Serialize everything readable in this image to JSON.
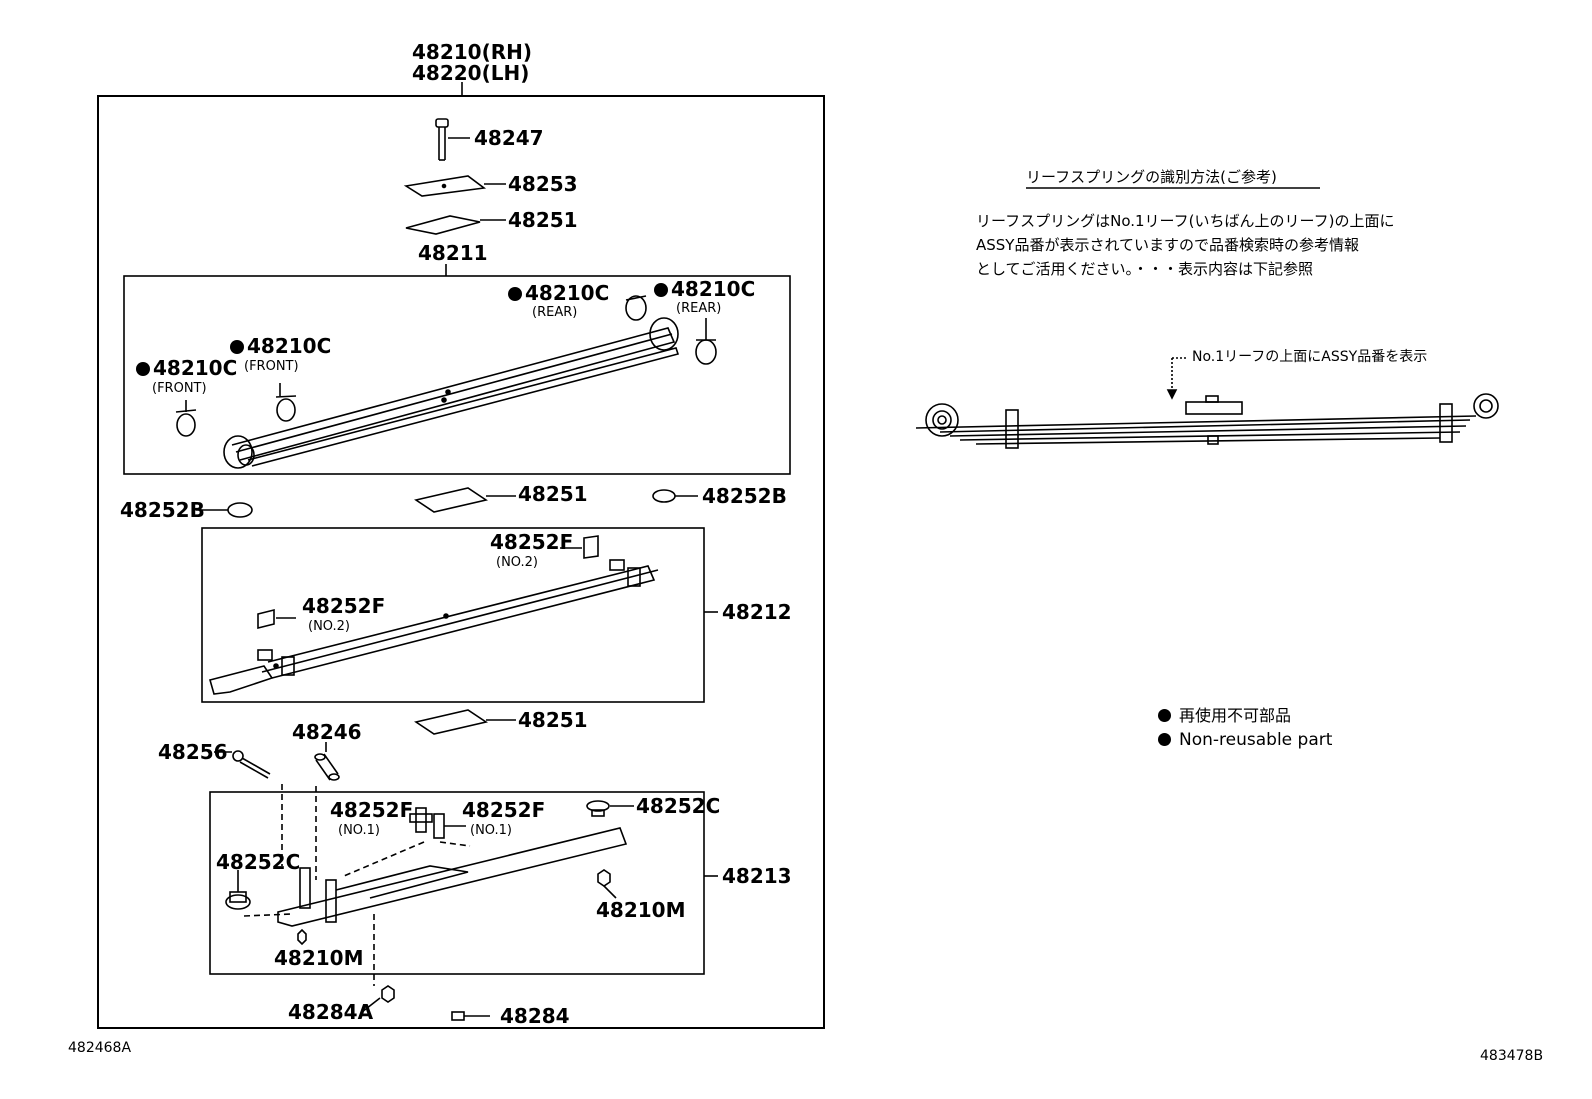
{
  "assembly": {
    "rh": "48210(RH)",
    "lh": "48220(LH)"
  },
  "parts": {
    "p48247": "48247",
    "p48253": "48253",
    "p48251_top": "48251",
    "p48211": "48211",
    "bushing_rear_1": "48210C",
    "bushing_rear_1_note": "(REAR)",
    "bushing_rear_2": "48210C",
    "bushing_rear_2_note": "(REAR)",
    "bushing_front_1": "48210C",
    "bushing_front_1_note": "(FRONT)",
    "bushing_front_2": "48210C",
    "bushing_front_2_note": "(FRONT)",
    "p48251_mid": "48251",
    "p48252B_right": "48252B",
    "p48252B_left": "48252B",
    "clip_no2_right": "48252F",
    "clip_no2_right_note": "(NO.2)",
    "clip_no2_left": "48252F",
    "clip_no2_left_note": "(NO.2)",
    "p48212": "48212",
    "p48251_low": "48251",
    "p48256": "48256",
    "p48246": "48246",
    "clip_no1_left": "48252F",
    "clip_no1_left_note": "(NO.1)",
    "clip_no1_right": "48252F",
    "clip_no1_right_note": "(NO.1)",
    "p48252C_right": "48252C",
    "p48252C_left": "48252C",
    "p48213": "48213",
    "p48210M_right": "48210M",
    "p48210M_left": "48210M",
    "p48284A": "48284A",
    "p48284": "48284"
  },
  "refs": {
    "left": "482468A",
    "right": "483478B"
  },
  "info": {
    "heading": "リーフスプリングの識別方法(ご参考)",
    "line1": "リーフスプリングはNo.1リーフ(いちばん上のリーフ)の上面に",
    "line2": "ASSY品番が表示されていますので品番検索時の参考情報",
    "line3": "としてご活用ください。・・・表示内容は下記参照",
    "callout": "No.1リーフの上面にASSY品番を表示"
  },
  "legend": {
    "jp": "再使用不可部品",
    "en": "Non-reusable part"
  }
}
